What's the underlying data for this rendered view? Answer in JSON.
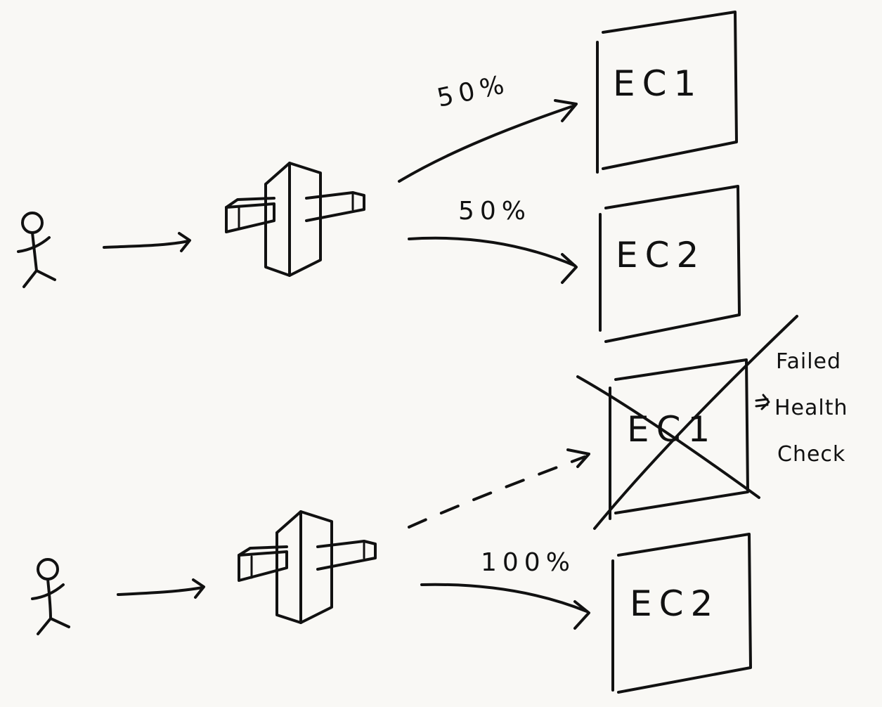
{
  "scenarios": [
    {
      "arrows": [
        {
          "label": "50%"
        },
        {
          "label": "50%"
        }
      ],
      "instances": [
        {
          "label": "EC1",
          "failed": false
        },
        {
          "label": "EC2",
          "failed": false
        }
      ]
    },
    {
      "arrows": [
        {
          "label": ""
        },
        {
          "label": "100%"
        }
      ],
      "instances": [
        {
          "label": "EC1",
          "failed": true
        },
        {
          "label": "EC2",
          "failed": false
        }
      ]
    }
  ],
  "failure_note": {
    "line1": "Failed",
    "line2": "Health",
    "line3": "Check"
  }
}
